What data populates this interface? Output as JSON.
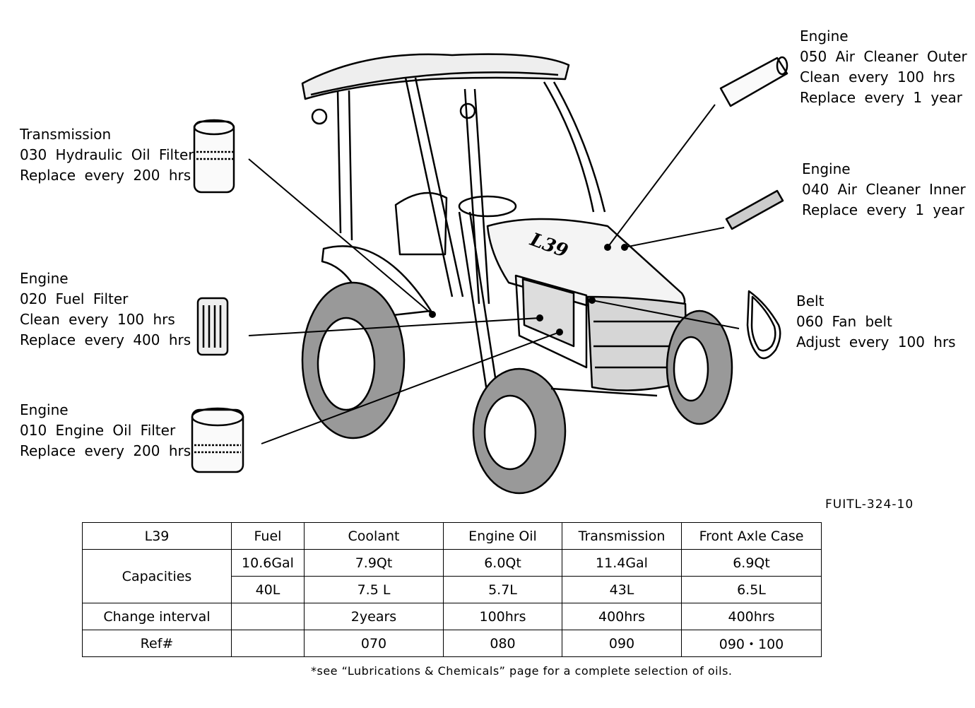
{
  "callouts": {
    "air_outer": {
      "group": "Engine",
      "part": "050 Air Cleaner Outer",
      "lines": [
        "Clean every 100 hrs",
        "Replace every 1 year"
      ]
    },
    "air_inner": {
      "group": "Engine",
      "part": "040 Air Cleaner Inner",
      "lines": [
        "Replace every 1 year"
      ]
    },
    "hydraulic": {
      "group": "Transmission",
      "part": "030 Hydraulic Oil Filter",
      "lines": [
        "Replace every 200 hrs"
      ]
    },
    "fuel_filter": {
      "group": "Engine",
      "part": "020 Fuel Filter",
      "lines": [
        "Clean every 100 hrs",
        "Replace every 400 hrs"
      ]
    },
    "oil_filter": {
      "group": "Engine",
      "part": "010 Engine Oil Filter",
      "lines": [
        "Replace every 200 hrs"
      ]
    },
    "belt": {
      "group": "Belt",
      "part": "060 Fan belt",
      "lines": [
        "Adjust every 100 hrs"
      ]
    }
  },
  "tractor_model_label": "L39",
  "figure_code": "FUITL-324-10",
  "table": {
    "header": [
      "L39",
      "Fuel",
      "Coolant",
      "Engine Oil",
      "Transmission",
      "Front Axle Case"
    ],
    "capacities_label": "Capacities",
    "capacities_row1": [
      "10.6Gal",
      "7.9Qt",
      "6.0Qt",
      "11.4Gal",
      "6.9Qt"
    ],
    "capacities_row2": [
      "40L",
      "7.5 L",
      "5.7L",
      "43L",
      "6.5L"
    ],
    "interval_label": "Change interval",
    "interval": [
      "",
      "2years",
      "100hrs",
      "400hrs",
      "400hrs"
    ],
    "ref_label": "Ref#",
    "ref": [
      "",
      "070",
      "080",
      "090",
      "090・100"
    ]
  },
  "footnote": "*see “Lubrications & Chemicals” page for a complete selection of oils."
}
